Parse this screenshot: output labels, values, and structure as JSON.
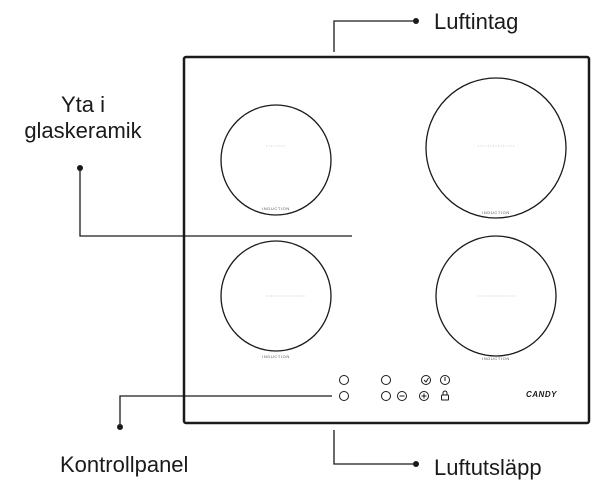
{
  "labels": {
    "air_intake": "Luftintag",
    "glass_surface_line1": "Yta i",
    "glass_surface_line2": "glaskeramik",
    "control_panel": "Kontrollpanel",
    "air_exhaust": "Luftutsläpp"
  },
  "cooktop": {
    "brand": "CANDY",
    "zone_label": "INDUCTION",
    "zones": [
      "rear-left",
      "rear-right",
      "front-left",
      "front-right"
    ]
  },
  "colors": {
    "ink": "#1a1a1a",
    "background": "#ffffff"
  }
}
